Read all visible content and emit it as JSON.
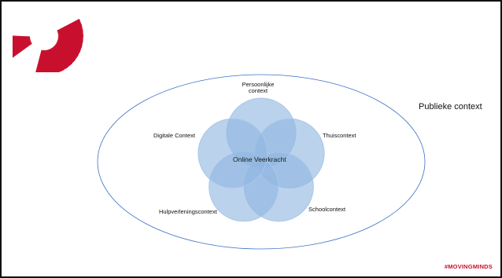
{
  "diagram": {
    "outer_label": "Publieke context",
    "center_label": "Online Veerkracht",
    "petals": [
      {
        "key": "persoonlijk",
        "label_line1": "Persoonlijke",
        "label_line2": "context"
      },
      {
        "key": "thuis",
        "label_line1": "Thuiscontext",
        "label_line2": ""
      },
      {
        "key": "school",
        "label_line1": "Schoolcontext",
        "label_line2": ""
      },
      {
        "key": "hulp",
        "label_line1": "Hulpverleningscontext",
        "label_line2": ""
      },
      {
        "key": "digitaal",
        "label_line1": "Digitale Context",
        "label_line2": ""
      }
    ]
  },
  "footer": {
    "hashtag": "#MOVINGMINDS"
  },
  "colors": {
    "petal_fill": "#8fb6e0",
    "petal_stroke": "#a9c7ea",
    "ellipse_stroke": "#3c6fc4",
    "brand_red": "#c8102e"
  },
  "logo": {
    "icon": "sunburst-logo"
  }
}
